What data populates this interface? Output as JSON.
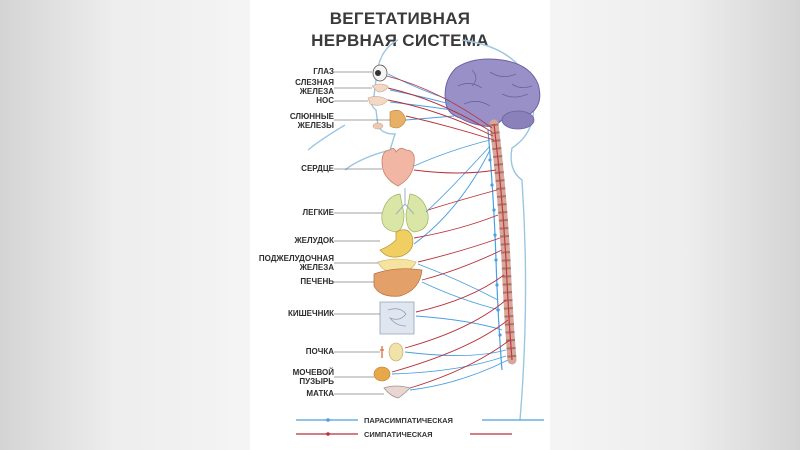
{
  "title": {
    "line1": "ВЕГЕТАТИВНАЯ",
    "line2": "НЕРВНАЯ СИСТЕМА"
  },
  "organs": [
    {
      "label": "ГЛАЗ"
    },
    {
      "label": "СЛЕЗНАЯ ЖЕЛЕЗА"
    },
    {
      "label": "НОС"
    },
    {
      "label": "СЛЮННЫЕ ЖЕЛЕЗЫ"
    },
    {
      "label": "СЕРДЦЕ"
    },
    {
      "label": "ЛЕГКИЕ"
    },
    {
      "label": "ЖЕЛУДОК"
    },
    {
      "label": "ПОДЖЕЛУДОЧНАЯ ЖЕЛЕЗА"
    },
    {
      "label": "ПЕЧЕНЬ"
    },
    {
      "label": "КИШЕЧНИК"
    },
    {
      "label": "ПОЧКА"
    },
    {
      "label": "МОЧЕВОЙ ПУЗЫРЬ"
    },
    {
      "label": "МАТКА"
    }
  ],
  "legend": {
    "parasympathetic": "ПАРАСИМПАТИЧЕСКАЯ",
    "sympathetic": "СИМПАТИЧЕСКАЯ"
  },
  "colors": {
    "parasympathetic": "#4a9fe0",
    "sympathetic": "#b8323c",
    "brain": "#9a90c8",
    "spine": "#d8a79c",
    "body_outline": "#9cc6e0"
  }
}
